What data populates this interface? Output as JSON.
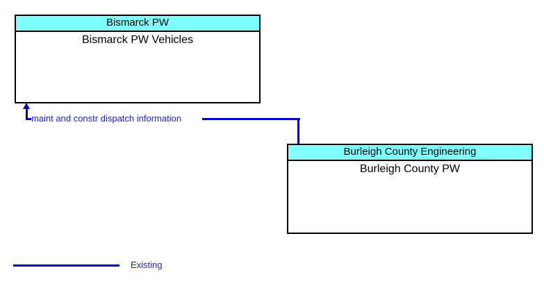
{
  "boxes": [
    {
      "header": "Bismarck PW",
      "body": "Bismarck PW Vehicles"
    },
    {
      "header": "Burleigh County Engineering",
      "body": "Burleigh County PW"
    }
  ],
  "flow": {
    "label": "maint and constr dispatch information",
    "arrow_points_to": "Bismarck PW Vehicles",
    "status": "Existing"
  },
  "legend": {
    "items": [
      {
        "label": "Existing"
      }
    ]
  },
  "colors": {
    "header_fill": "#7FFFFF",
    "flow_line": "#0000BB",
    "flow_text": "#2222CC",
    "box_border": "#000000",
    "background": "#FFFFFF"
  }
}
